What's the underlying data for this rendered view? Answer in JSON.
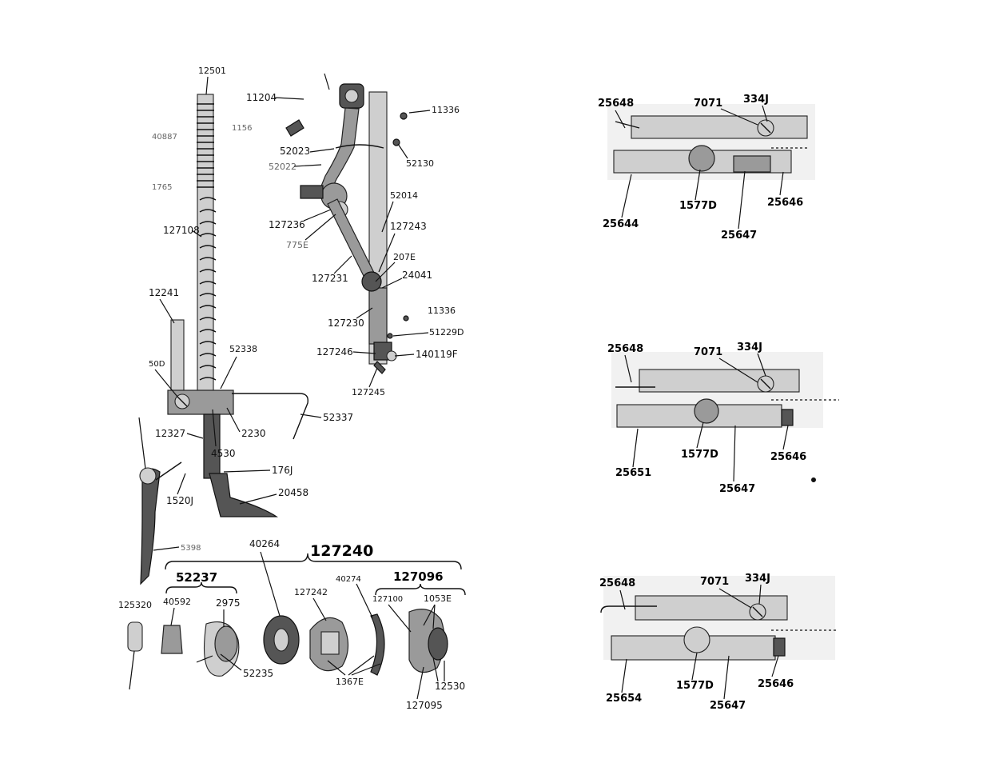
{
  "parts": {
    "left": {
      "p12501": "12501",
      "p11204": "11204",
      "p11336_top": "11336",
      "p1156": "1156",
      "p52023": "52023",
      "p52022": "52022",
      "p52130": "52130",
      "p52014": "52014",
      "p127236": "127236",
      "p775e": "775E",
      "p127243": "127243",
      "p207e": "207E",
      "p24041": "24041",
      "p127231": "127231",
      "p127230": "127230",
      "p11336_mid": "11336",
      "p51229d": "51229D",
      "p127246": "127246",
      "p140119f": "140119F",
      "p127245": "127245",
      "p40887": "40887",
      "p1765": "1765",
      "p127108": "127108",
      "p12241": "12241",
      "p52338": "52338",
      "p50d": "50D",
      "p52337": "52337",
      "p2230": "2230",
      "p12327": "12327",
      "p4530": "4530",
      "p176j": "176J",
      "p1520j": "1520J",
      "p20458": "20458",
      "p5398": "5398",
      "p40264": "40264",
      "p127240": "127240",
      "p52237": "52237",
      "p127096": "127096",
      "p125320": "125320",
      "p40592": "40592",
      "p2975": "2975",
      "p127242": "127242",
      "p40274": "40274",
      "p127100": "127100",
      "p1053e": "1053E",
      "p52235": "52235",
      "p1367e": "1367E",
      "p12530": "12530",
      "p127095": "127095"
    },
    "right_top": {
      "p25648": "25648",
      "p7071": "7071",
      "p334j": "334J",
      "p25644": "25644",
      "p1577d": "1577D",
      "p25646": "25646",
      "p25647": "25647"
    },
    "right_mid": {
      "p25648": "25648",
      "p7071": "7071",
      "p334j": "334J",
      "p25651": "25651",
      "p1577d": "1577D",
      "p25646": "25646",
      "p25647": "25647"
    },
    "right_bot": {
      "p25648": "25648",
      "p7071": "7071",
      "p334j": "334J",
      "p25654": "25654",
      "p1577d": "1577D",
      "p25646": "25646",
      "p25647": "25647"
    }
  }
}
